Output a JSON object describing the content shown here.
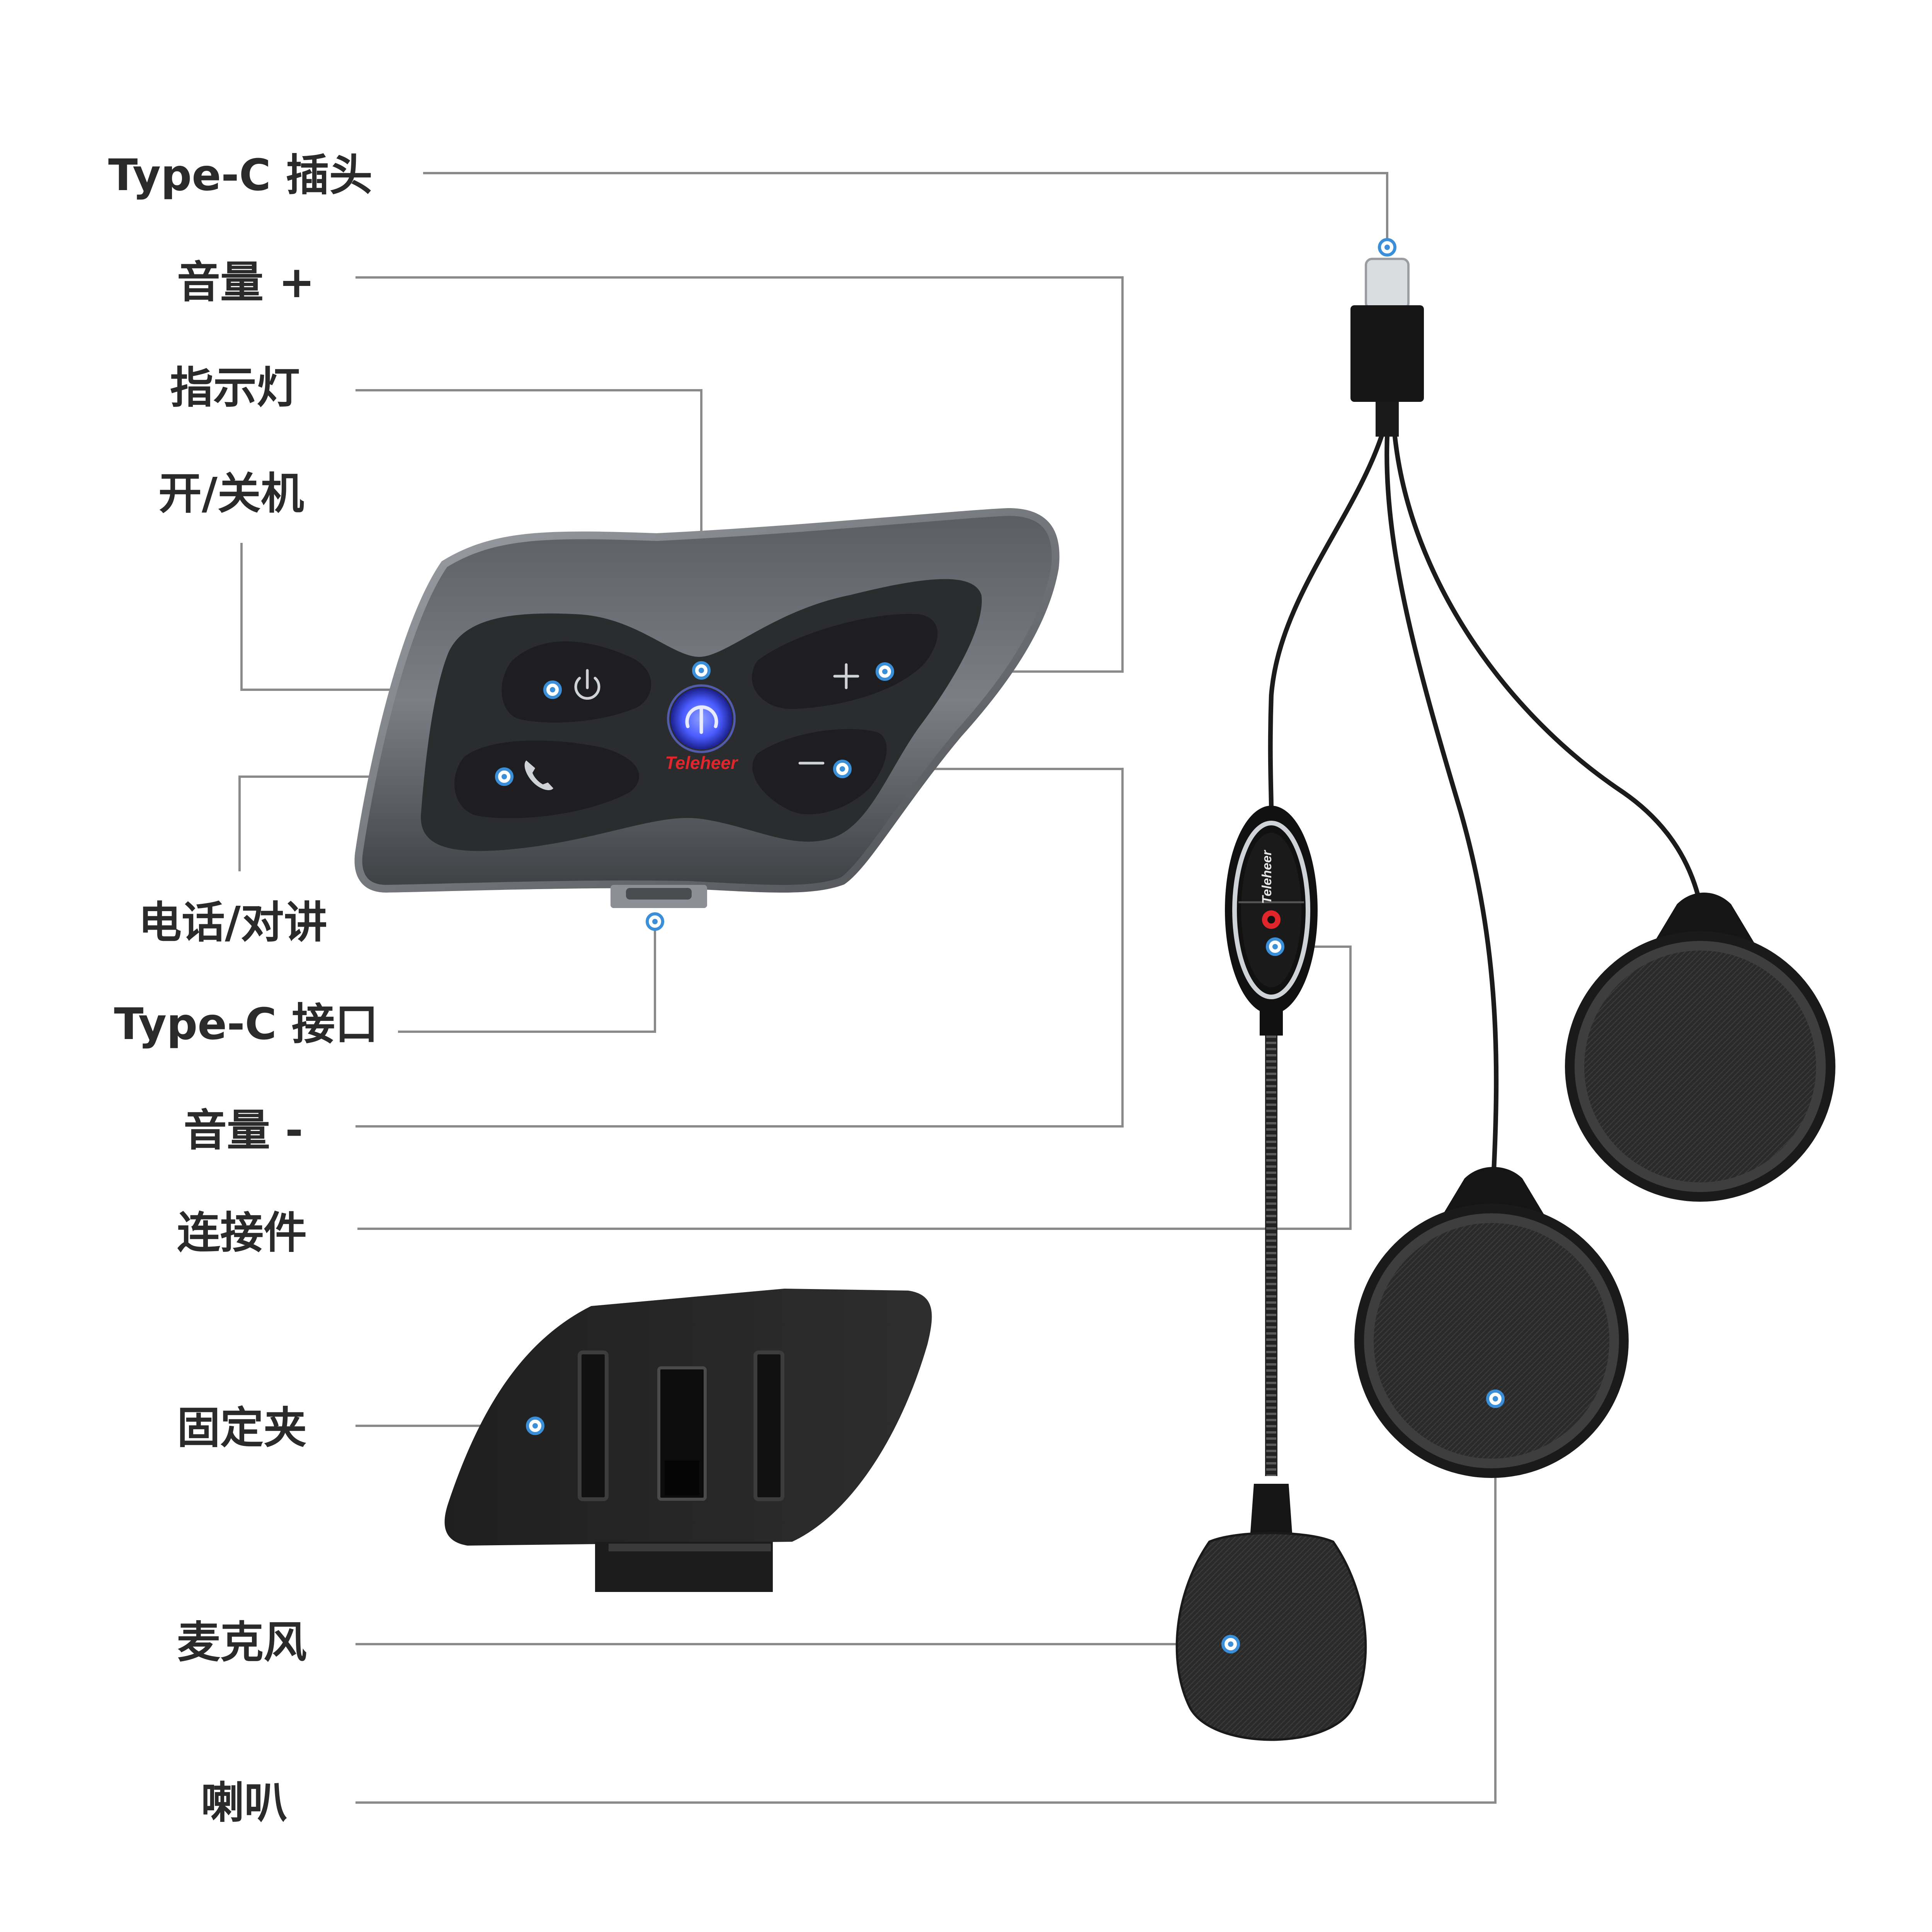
{
  "labels": {
    "type_c_plug": "Type-C 插头",
    "volume_up": "音量 +",
    "indicator_light": "指示灯",
    "power_on_off": "开/关机",
    "phone_intercom": "电话/对讲",
    "type_c_port": "Type-C 接口",
    "volume_down": "音量 -",
    "connector": "连接件",
    "mounting_clip": "固定夹",
    "microphone": "麦克风",
    "speaker": "喇叭"
  },
  "brand": {
    "main_unit": "Teleheer",
    "connector": "Teleheer"
  },
  "icons": {
    "power": "power-icon",
    "phone": "phone-icon",
    "plus": "plus-icon",
    "minus": "minus-icon",
    "logo": "teleheer-logo-icon"
  },
  "colors": {
    "leader_line": "#8a8a8a",
    "callout_dot": "#3a8fd8",
    "indicator_glow": "#4a5cff",
    "brand_red": "#e0262b",
    "label_text": "#2a2a2a"
  }
}
